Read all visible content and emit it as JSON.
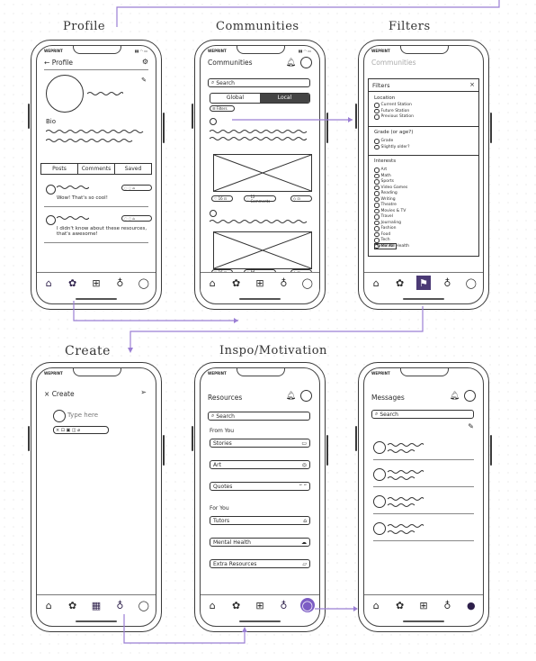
{
  "titles": {
    "profile": "Profile",
    "communities": "Communities",
    "filters": "Filters",
    "create": "Create",
    "inspo": "Inspo/Motivation"
  },
  "status_brand": "WEPRINT",
  "profile": {
    "header": "Profile",
    "bio_label": "Bio",
    "tabs": [
      "Posts",
      "Comments",
      "Saved"
    ],
    "comment1": "Wow! That's so cool!",
    "comment2": "I didn't know about these resources, that's awesome!"
  },
  "communities": {
    "header": "Communities",
    "search": "Search",
    "global": "Global",
    "local": "Local",
    "filters_chip": "Filters",
    "comments_chip": "12 Comments",
    "likes": "16"
  },
  "filters": {
    "bg_header": "Communities",
    "panel_title": "Filters",
    "close": "×",
    "location_label": "Location",
    "locations": [
      "Current Station",
      "Future Station",
      "Previous Station"
    ],
    "grade_label": "Grade (or age?)",
    "grades": [
      "Grade",
      "Slightly older?"
    ],
    "interests_label": "Interests",
    "interests": [
      "Art",
      "Math",
      "Sports",
      "Video Games",
      "Reading",
      "Writing",
      "Theatre",
      "Movies & TV",
      "Travel",
      "Journaling",
      "Fashion",
      "Food",
      "Tech",
      "Mental Health"
    ],
    "clear_all": "Clear All"
  },
  "create": {
    "header": "Create",
    "placeholder": "Type here"
  },
  "resources": {
    "header": "Resources",
    "search": "Search",
    "from_you": "From You",
    "items_from": [
      "Stories",
      "Art",
      "Quotes"
    ],
    "for_you": "For You",
    "items_for": [
      "Tutors",
      "Mental Health",
      "Extra Resources"
    ]
  },
  "messages": {
    "header": "Messages",
    "search": "Search"
  },
  "colors": {
    "accent": "#9b7fd4",
    "ink": "#2a2a2a",
    "active": "#2d1f4a"
  }
}
